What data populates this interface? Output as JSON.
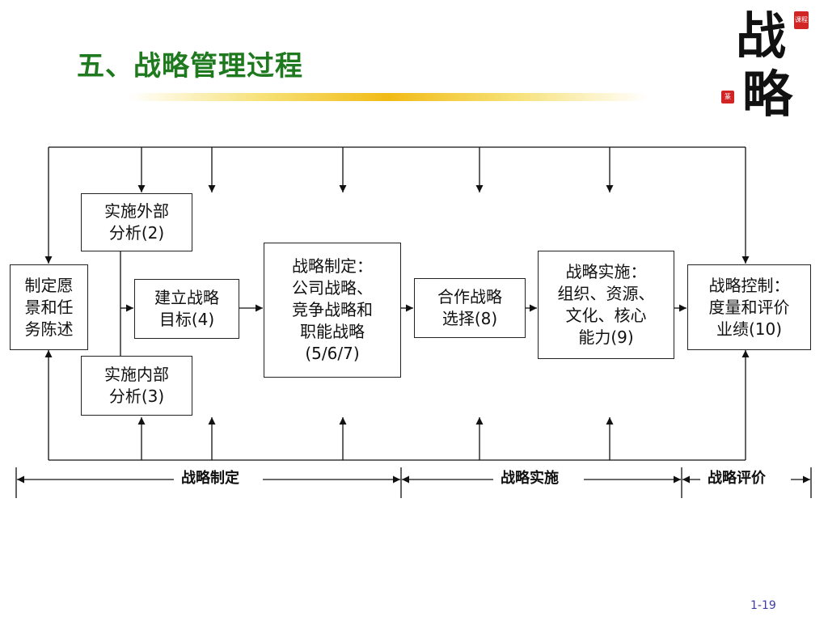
{
  "slide": {
    "title": "五、战略管理过程",
    "page_number": "1-19"
  },
  "logo": {
    "char_top": "战",
    "char_bottom": "略",
    "seal_top": "课程",
    "seal_side": "篆"
  },
  "boxes": {
    "vision": "制定愿\n景和任\n务陈述",
    "external": "实施外部\n分析(2)",
    "internal": "实施内部\n分析(3)",
    "objectives": "建立战略\n目标(4)",
    "formulation": "战略制定：\n公司战略、\n竞争战略和\n职能战略\n(5/6/7)",
    "cooperation": "合作战略\n选择(8)",
    "implementation": "战略实施：\n组织、资源、\n文化、核心\n能力(9)",
    "control": "战略控制：\n度量和评价\n业绩(10)"
  },
  "phases": {
    "formulation": "战略制定",
    "implementation": "战略实施",
    "evaluation": "战略评价"
  },
  "colors": {
    "title": "#1f7a1f",
    "underline": "#f1bb16",
    "seal": "#d12424",
    "page_number": "#3d3da8"
  }
}
